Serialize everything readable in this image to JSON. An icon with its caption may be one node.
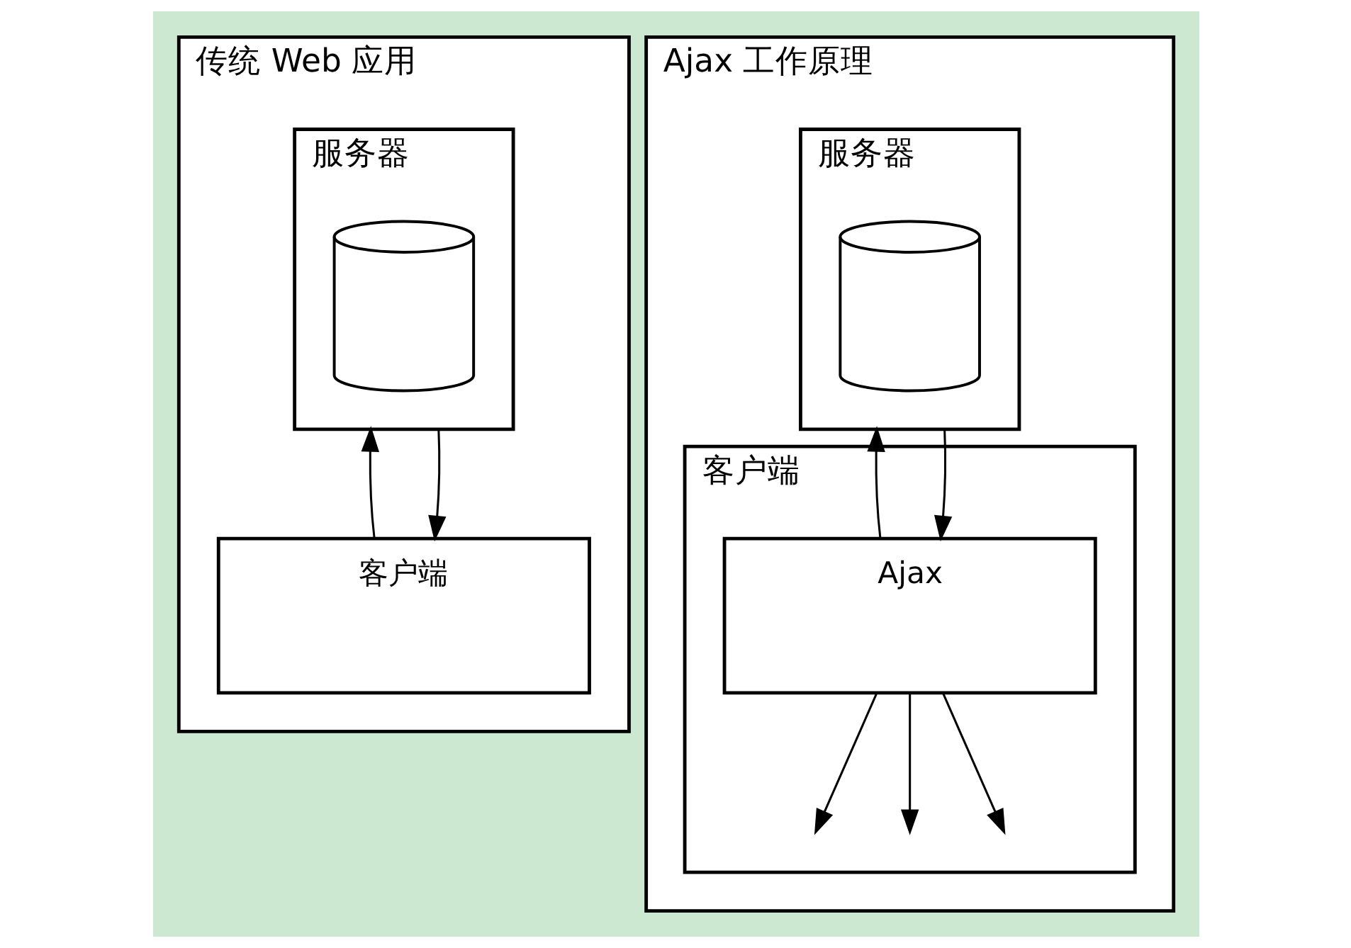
{
  "diagram": {
    "nodes": [
      {
        "text": [
          "传统 Web 应用"
        ]
      },
      {
        "text": [
          "服务器"
        ],
        "in": 0
      },
      {
        "text": [],
        "shape": "cylinder",
        "in": 1
      },
      {
        "text": [
          "客户端"
        ],
        "in": 0
      },
      {
        "text": [
          "Ajax 工作原理"
        ]
      },
      {
        "text": [
          "服务器"
        ],
        "in": 4
      },
      {
        "text": [],
        "shape": "cylinder",
        "in": 5
      },
      {
        "text": [
          "客户端"
        ],
        "in": 4
      },
      {
        "text": [
          "Ajax"
        ],
        "in": 7
      }
    ],
    "edges": [
      {
        "from": 3,
        "to": 1,
        "arrow": "to"
      },
      {
        "from": 1,
        "to": 3,
        "arrow": "to"
      },
      {
        "from": 8,
        "to": 5,
        "arrow": "to"
      },
      {
        "from": 5,
        "to": 8,
        "arrow": "to"
      },
      {
        "from": 8,
        "to": null,
        "arrow": "to"
      },
      {
        "from": 8,
        "to": null,
        "arrow": "to"
      },
      {
        "from": 8,
        "to": null,
        "arrow": "to"
      }
    ]
  }
}
